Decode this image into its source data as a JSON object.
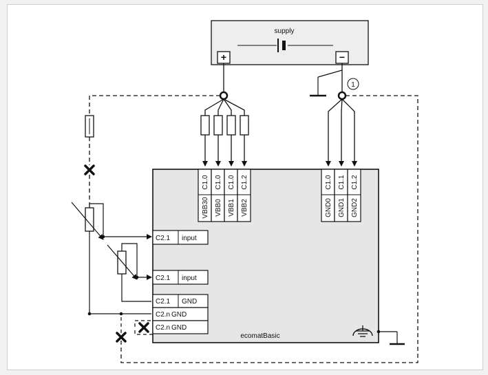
{
  "colors": {
    "module_fill": "#e6e6e6",
    "supply_fill": "#eeeeee",
    "line": "#111111"
  },
  "supply": {
    "label": "supply",
    "plus_symbol": "+",
    "minus_symbol": "−"
  },
  "marker": "1",
  "module": {
    "name": "ecomatBasic"
  },
  "vbb_terminals": [
    {
      "pin": "C1.0",
      "name": "VBB30"
    },
    {
      "pin": "C1.0",
      "name": "VBB0"
    },
    {
      "pin": "C1.0",
      "name": "VBB1"
    },
    {
      "pin": "C1.2",
      "name": "VBB2"
    }
  ],
  "gnd_terminals": [
    {
      "pin": "C1.0",
      "name": "GND0"
    },
    {
      "pin": "C1.1",
      "name": "GND1"
    },
    {
      "pin": "C1.2",
      "name": "GND2"
    }
  ],
  "io_terminals": [
    {
      "pin": "C2.1",
      "name": "input"
    },
    {
      "pin": "C2.1",
      "name": "input"
    },
    {
      "pin": "C2.1",
      "name": "GND"
    },
    {
      "pin": "C2.n",
      "name": "GND"
    },
    {
      "pin": "C2.n",
      "name": "GND"
    }
  ]
}
